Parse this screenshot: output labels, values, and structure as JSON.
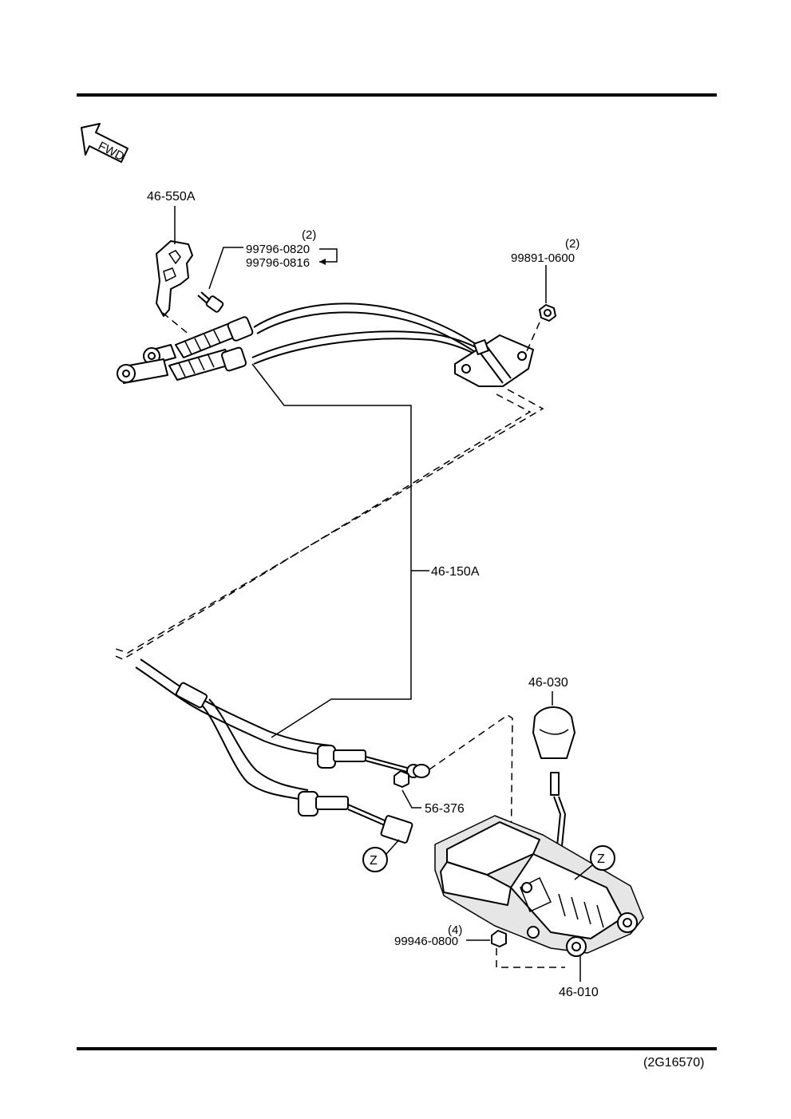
{
  "diagram": {
    "fwd_label": "FWD",
    "parts": {
      "bracket": "46-550A",
      "bolt_qty": "(2)",
      "bolt_a": "99796-0820",
      "bolt_b": "99796-0816",
      "nut_qty": "(2)",
      "nut": "99891-0600",
      "cable": "46-150A",
      "knob": "46-030",
      "clip": "56-376",
      "base_nut_qty": "(4)",
      "base_nut": "99946-0800",
      "shifter": "46-010"
    },
    "ref_marker_1": "Z",
    "ref_marker_2": "Z"
  },
  "footer": {
    "code": "(2G16570)"
  }
}
